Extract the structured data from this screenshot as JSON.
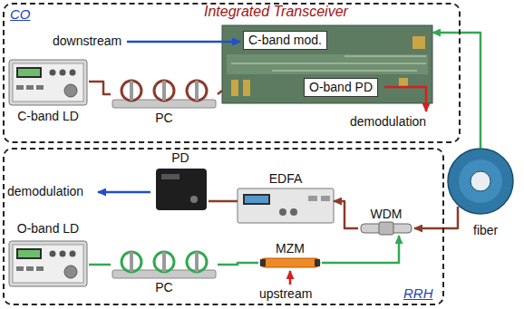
{
  "diagram": {
    "nodes": [
      {
        "text": [
          "CO"
        ]
      },
      {
        "text": [
          "Integrated Transceiver"
        ],
        "in": 0
      },
      {
        "text": [
          "C-band  mod."
        ],
        "in": 1
      },
      {
        "text": [
          "O-band PD"
        ],
        "in": 1
      },
      {
        "text": [
          "C-band LD"
        ],
        "in": 0
      },
      {
        "text": [
          "PC"
        ],
        "in": 0
      },
      {
        "text": [
          "fiber"
        ]
      },
      {
        "text": [
          "RRH"
        ]
      },
      {
        "text": [
          "PD"
        ],
        "in": 7
      },
      {
        "text": [
          "EDFA"
        ],
        "in": 7
      },
      {
        "text": [
          "WDM"
        ],
        "in": 7
      },
      {
        "text": [
          "O-band LD"
        ],
        "in": 7
      },
      {
        "text": [
          "PC"
        ],
        "in": 7
      },
      {
        "text": [
          "MZM"
        ],
        "in": 7
      }
    ],
    "edges": [
      {
        "from": 4,
        "to": 5,
        "arrow": "none"
      },
      {
        "from": 5,
        "to": 1,
        "arrow": "none"
      },
      {
        "from": 6,
        "to": 1,
        "arrow": "to"
      },
      {
        "from": 6,
        "to": 10,
        "arrow": "to"
      },
      {
        "from": 10,
        "to": 9,
        "arrow": "to"
      },
      {
        "from": 9,
        "to": 8,
        "arrow": "none"
      },
      {
        "from": 13,
        "to": 10,
        "arrow": "to"
      },
      {
        "from": 11,
        "to": 12,
        "arrow": "none"
      },
      {
        "from": 12,
        "to": 13,
        "arrow": "none"
      }
    ],
    "labels": [
      "downstream",
      "demodulation",
      "demodulation",
      "upstream"
    ]
  }
}
